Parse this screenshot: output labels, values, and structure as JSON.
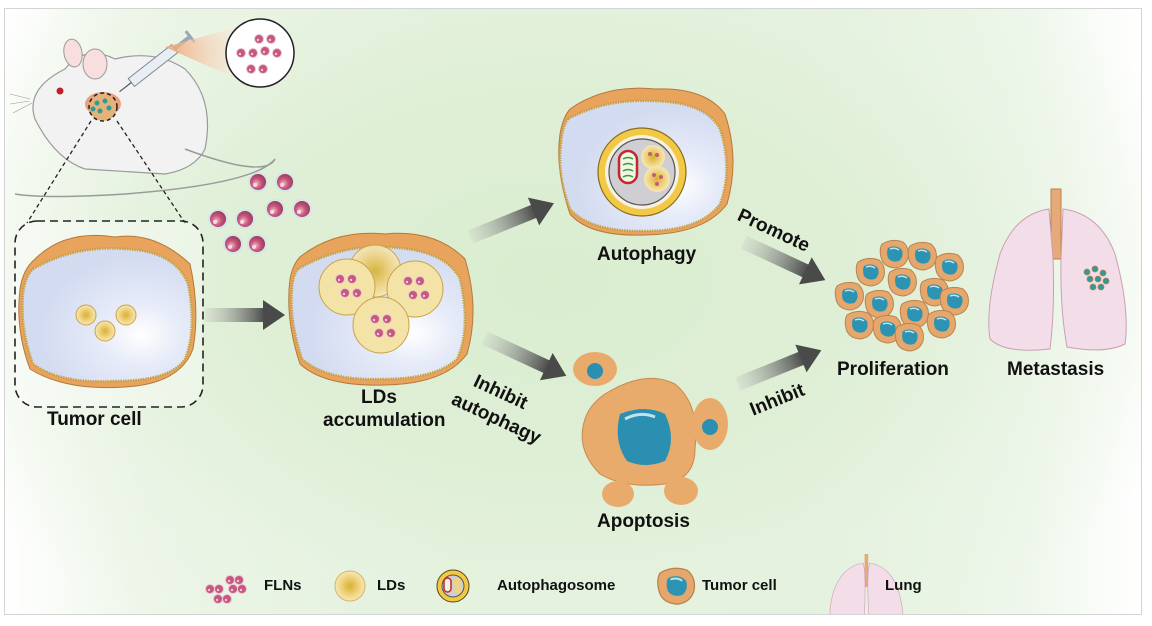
{
  "diagram": {
    "title": "",
    "stages": {
      "tumor_cell": "Tumor cell",
      "lds_accumulation_line1": "LDs",
      "lds_accumulation_line2": "accumulation",
      "autophagy": "Autophagy",
      "apoptosis": "Apoptosis",
      "proliferation": "Proliferation",
      "metastasis": "Metastasis"
    },
    "arrows": {
      "promote": "Promote",
      "inhibit_autophagy_line1": "Inhibit",
      "inhibit_autophagy_line2": "autophagy",
      "inhibit": "Inhibit"
    },
    "legend": [
      {
        "icon": "flns-icon",
        "label": "FLNs"
      },
      {
        "icon": "lipid-droplet-icon",
        "label": "LDs"
      },
      {
        "icon": "autophagosome-icon",
        "label": "Autophagosome"
      },
      {
        "icon": "tumor-cell-icon",
        "label": "Tumor cell"
      },
      {
        "icon": "lung-icon",
        "label": "Lung"
      }
    ],
    "colors": {
      "background": "#e1f0da",
      "membrane": "#d9a15b",
      "cytoplasm": "#dde4f5",
      "lipid_droplet": "#f1dc8f",
      "fln": "#c8587d",
      "nucleus": "#2a8fb0",
      "lung": "#f1dbe6",
      "arrow": "#555555"
    }
  }
}
